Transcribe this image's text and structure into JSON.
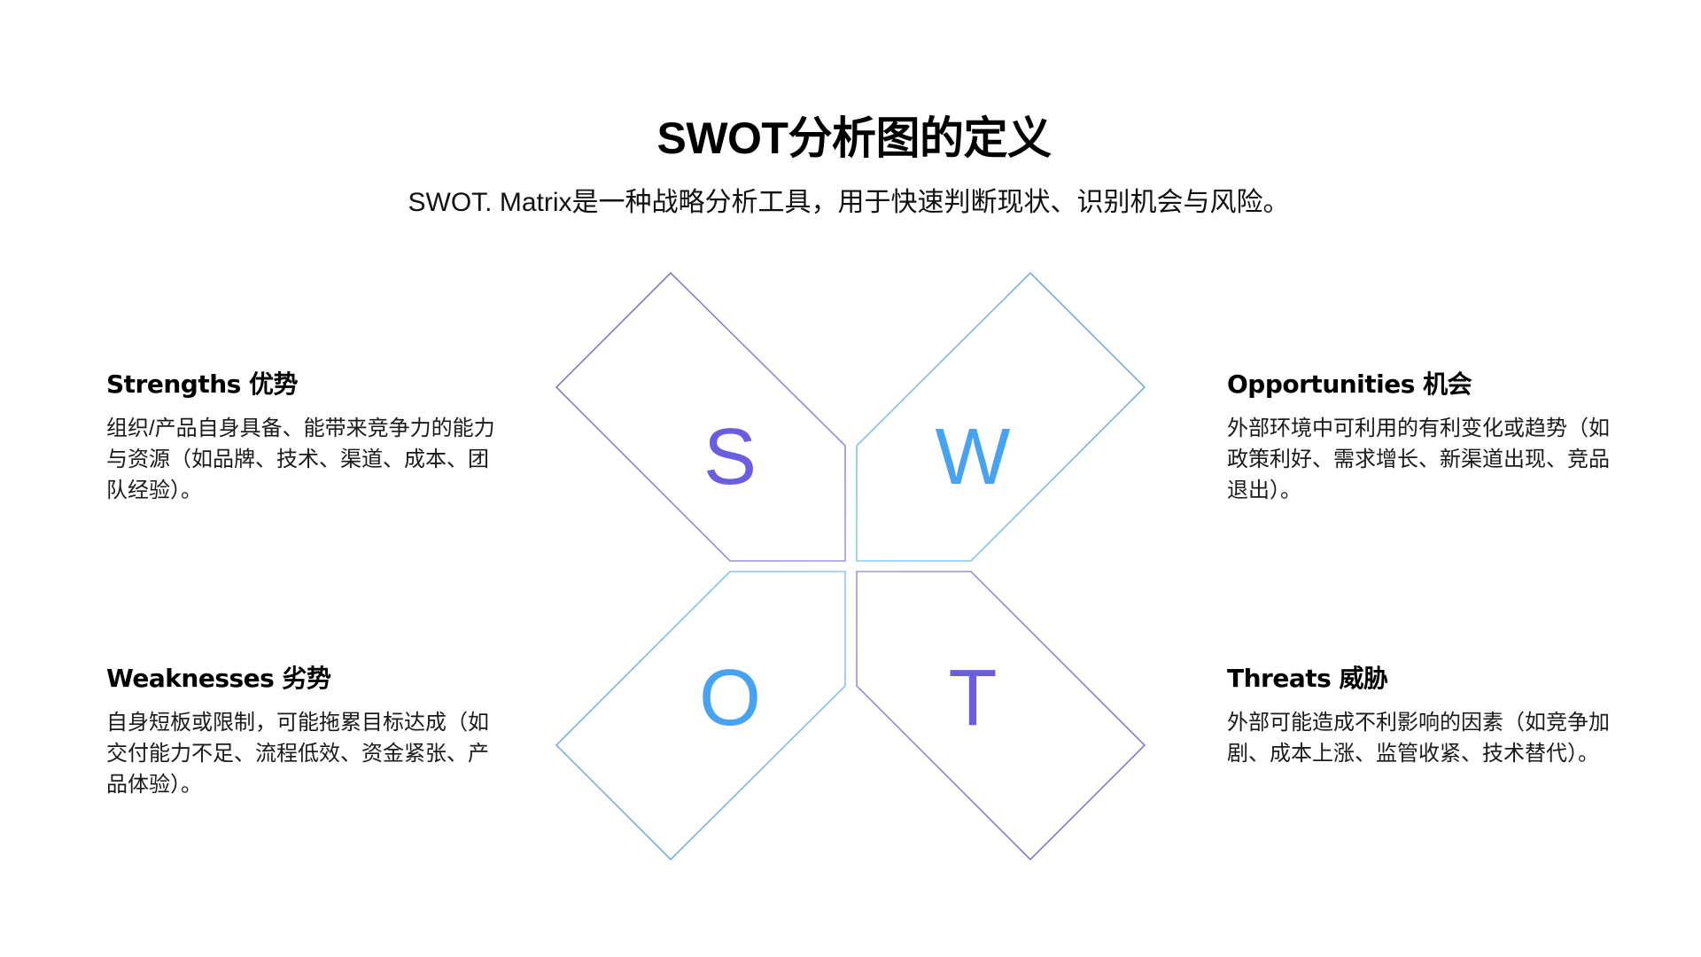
{
  "header": {
    "title": "SWOT分析图的定义",
    "subtitle": "SWOT. Matrix是一种战略分析工具，用于快速判断现状、识别机会与风险。"
  },
  "quadrants": [
    {
      "key": "S",
      "heading": "Strengths 优势",
      "description": "组织/产品自身具备、能带来竞争力的能力与资源（如品牌、技术、渠道、成本、团队经验）。",
      "letter_color": "#6b5de0",
      "stroke_color": "#7e72d0"
    },
    {
      "key": "W",
      "heading": "Opportunities 机会",
      "description": "外部环境中可利用的有利变化或趋势（如政策利好、需求增长、新渠道出现、竞品退出）。",
      "letter_color": "#48a2f2",
      "stroke_color": "#72aee0"
    },
    {
      "key": "O",
      "heading": "Weaknesses 劣势",
      "description": "自身短板或限制，可能拖累目标达成（如交付能力不足、流程低效、资金紧张、产品体验）。",
      "letter_color": "#48a2f2",
      "stroke_color": "#72aee0"
    },
    {
      "key": "T",
      "heading": "Threats 威胁",
      "description": "外部可能造成不利影响的因素（如竞争加剧、成本上涨、监管收紧、技术替代）。",
      "letter_color": "#6b5de0",
      "stroke_color": "#7e72d0"
    }
  ],
  "diagram": {
    "letters": [
      "S",
      "W",
      "O",
      "T"
    ]
  }
}
